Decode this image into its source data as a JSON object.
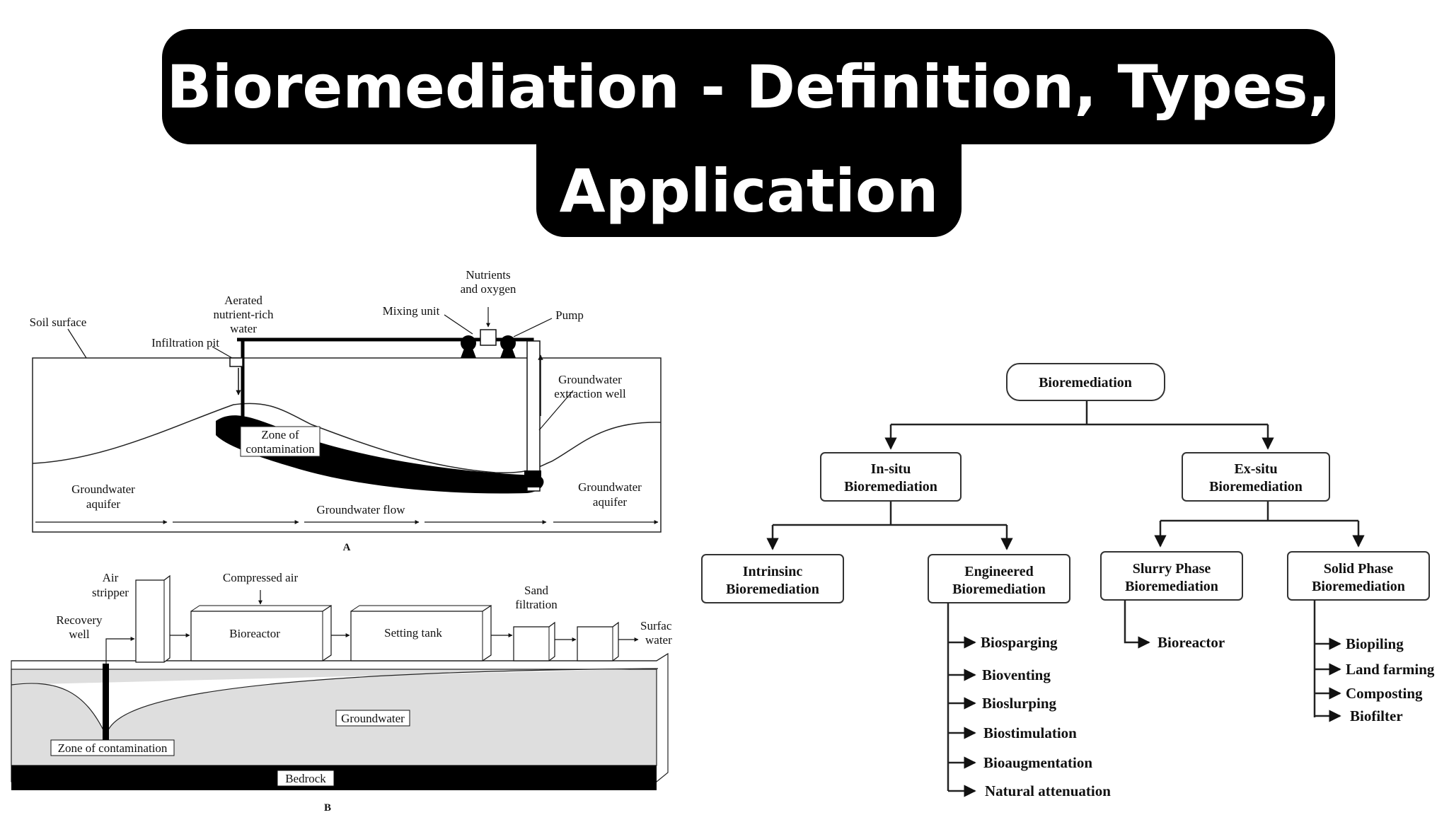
{
  "title": {
    "line1": "Bioremediation - Definition, Types,",
    "line2": "Application"
  },
  "figure_a": {
    "caption": "A",
    "labels": {
      "soil_surface": "Soil surface",
      "infiltration_pit": "Infiltration pit",
      "aerated_1": "Aerated",
      "aerated_2": "nutrient-rich",
      "aerated_3": "water",
      "mixing_unit": "Mixing unit",
      "nutrients_1": "Nutrients",
      "nutrients_2": "and oxygen",
      "pump": "Pump",
      "extraction_1": "Groundwater",
      "extraction_2": "extraction well",
      "zone_1": "Zone of",
      "zone_2": "contamination",
      "aquifer_left_1": "Groundwater",
      "aquifer_left_2": "aquifer",
      "flow": "Groundwater flow",
      "aquifer_right_1": "Groundwater",
      "aquifer_right_2": "aquifer"
    }
  },
  "figure_b": {
    "caption": "B",
    "labels": {
      "air_stripper_1": "Air",
      "air_stripper_2": "stripper",
      "compressed_air": "Compressed air",
      "recovery_1": "Recovery",
      "recovery_2": "well",
      "bioreactor": "Bioreactor",
      "setting_tank": "Setting tank",
      "sand_1": "Sand",
      "sand_2": "filtration",
      "surface_1": "Surfac",
      "surface_2": "water",
      "groundwater": "Groundwater",
      "zone": "Zone of contamination",
      "bedrock": "Bedrock"
    }
  },
  "tree": {
    "root": "Bioremediation",
    "insitu_1": "In-situ",
    "insitu_2": "Bioremediation",
    "exsitu_1": "Ex-situ",
    "exsitu_2": "Bioremediation",
    "intrinsic_1": "Intrinsinc",
    "intrinsic_2": "Bioremediation",
    "engineered_1": "Engineered",
    "engineered_2": "Bioremediation",
    "slurry_1": "Slurry Phase",
    "slurry_2": "Bioremediation",
    "solid_1": "Solid Phase",
    "solid_2": "Bioremediation",
    "engineered_items": [
      "Biosparging",
      "Bioventing",
      "Bioslurping",
      "Biostimulation",
      "Bioaugmentation",
      "Natural attenuation"
    ],
    "slurry_items": [
      "Bioreactor"
    ],
    "solid_items": [
      "Biopiling",
      "Land farming",
      "Composting",
      "Biofilter"
    ]
  }
}
